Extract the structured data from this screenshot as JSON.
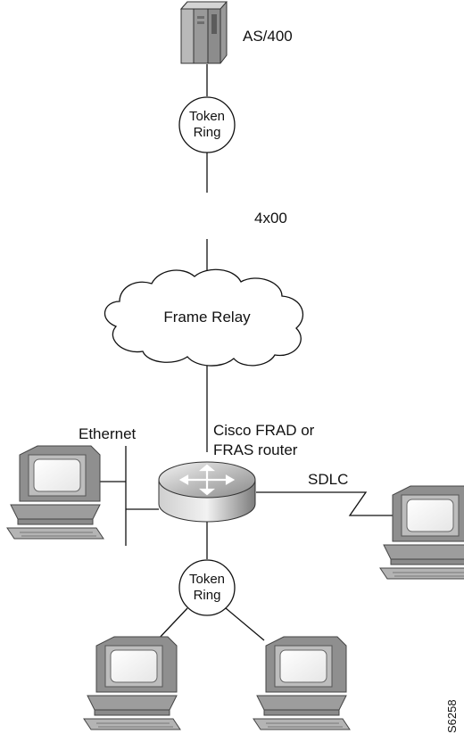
{
  "labels": {
    "as400": "AS/400",
    "token_ring_top_line1": "Token",
    "token_ring_top_line2": "Ring",
    "link_4x00": "4x00",
    "frame_relay": "Frame Relay",
    "ethernet": "Ethernet",
    "router_line1": "Cisco FRAD or",
    "router_line2": "FRAS router",
    "sdlc": "SDLC",
    "token_ring_bottom_line1": "Token",
    "token_ring_bottom_line2": "Ring",
    "figure_id": "S6258"
  }
}
